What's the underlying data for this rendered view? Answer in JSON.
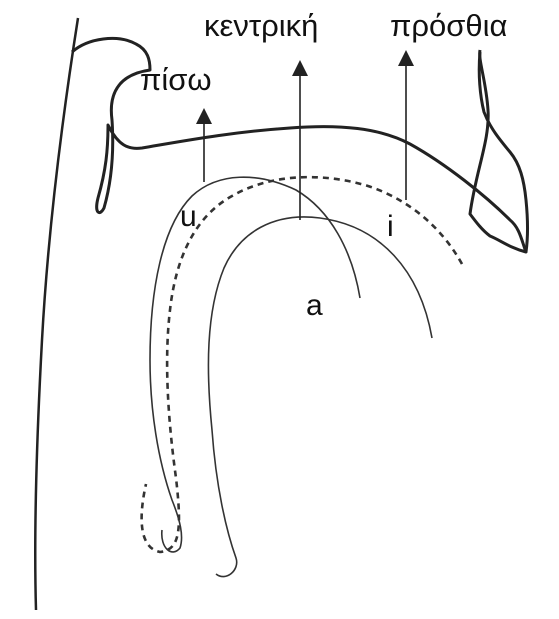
{
  "labels": {
    "back": "πίσω",
    "central": "κεντρική",
    "front": "πρόσθια",
    "vowel_u": "u",
    "vowel_i": "i",
    "vowel_a": "a"
  },
  "colors": {
    "line": "#222222",
    "text": "#111111",
    "background": "#ffffff"
  }
}
